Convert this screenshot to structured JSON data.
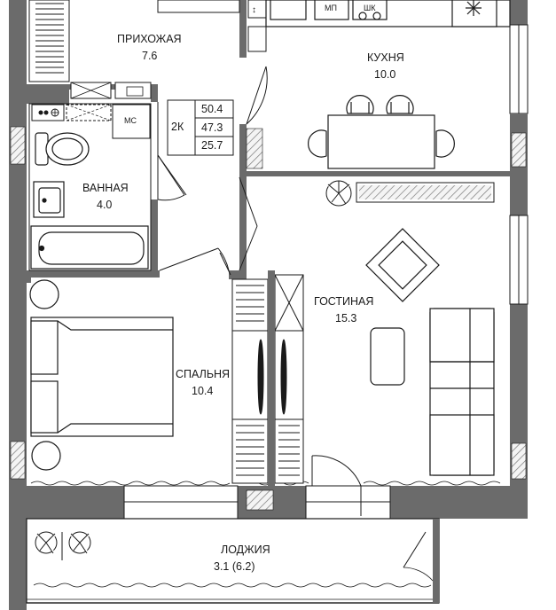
{
  "summary": {
    "rooms_code": "2К",
    "total_area": "50.4",
    "living_total": "47.3",
    "living_area": "25.7"
  },
  "rooms": {
    "hallway": {
      "name": "ПРИХОЖАЯ",
      "area": "7.6"
    },
    "kitchen": {
      "name": "КУХНЯ",
      "area": "10.0"
    },
    "bathroom": {
      "name": "ВАННАЯ",
      "area": "4.0"
    },
    "living": {
      "name": "ГОСТИНАЯ",
      "area": "15.3"
    },
    "bedroom": {
      "name": "СПАЛЬНЯ",
      "area": "10.4"
    },
    "loggia": {
      "name": "ЛОДЖИЯ",
      "area": "3.1 (6.2)"
    }
  },
  "appliances": {
    "washing_machine": "МС",
    "microwave": "МП",
    "cabinet": "ШК"
  },
  "colors": {
    "wall": "#6b6b6b",
    "wall_dark": "#4a4a4a",
    "line": "#1a1a1a",
    "hatch": "#8a8a8a"
  }
}
